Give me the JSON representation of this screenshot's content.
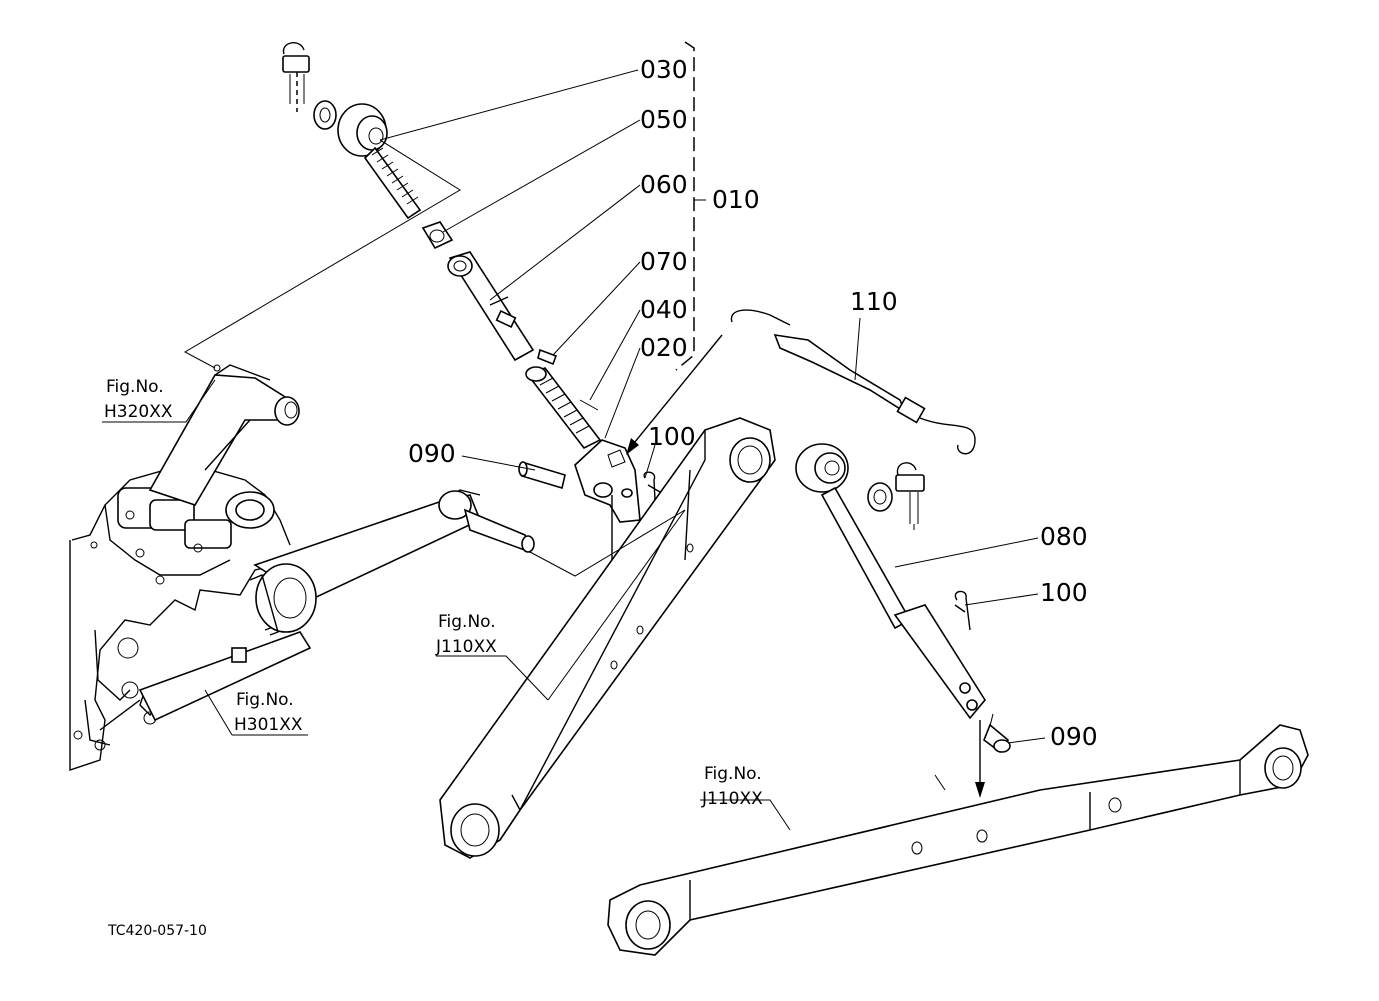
{
  "parts": [
    {
      "id": "030",
      "label": "030"
    },
    {
      "id": "050",
      "label": "050"
    },
    {
      "id": "060",
      "label": "060"
    },
    {
      "id": "010",
      "label": "010"
    },
    {
      "id": "070",
      "label": "070"
    },
    {
      "id": "040",
      "label": "040"
    },
    {
      "id": "020",
      "label": "020"
    },
    {
      "id": "110",
      "label": "110"
    },
    {
      "id": "090a",
      "label": "090"
    },
    {
      "id": "100a",
      "label": "100"
    },
    {
      "id": "080",
      "label": "080"
    },
    {
      "id": "100b",
      "label": "100"
    },
    {
      "id": "090b",
      "label": "090"
    }
  ],
  "refs": [
    {
      "id": "h320",
      "line1": "Fig.No.",
      "line2": "H320XX"
    },
    {
      "id": "h301",
      "line1": "Fig.No.",
      "line2": "H301XX"
    },
    {
      "id": "j110a",
      "line1": "Fig.No.",
      "line2": "J110XX"
    },
    {
      "id": "j110b",
      "line1": "Fig.No.",
      "line2": "J110XX"
    }
  ],
  "drawing_code": "TC420-057-10"
}
